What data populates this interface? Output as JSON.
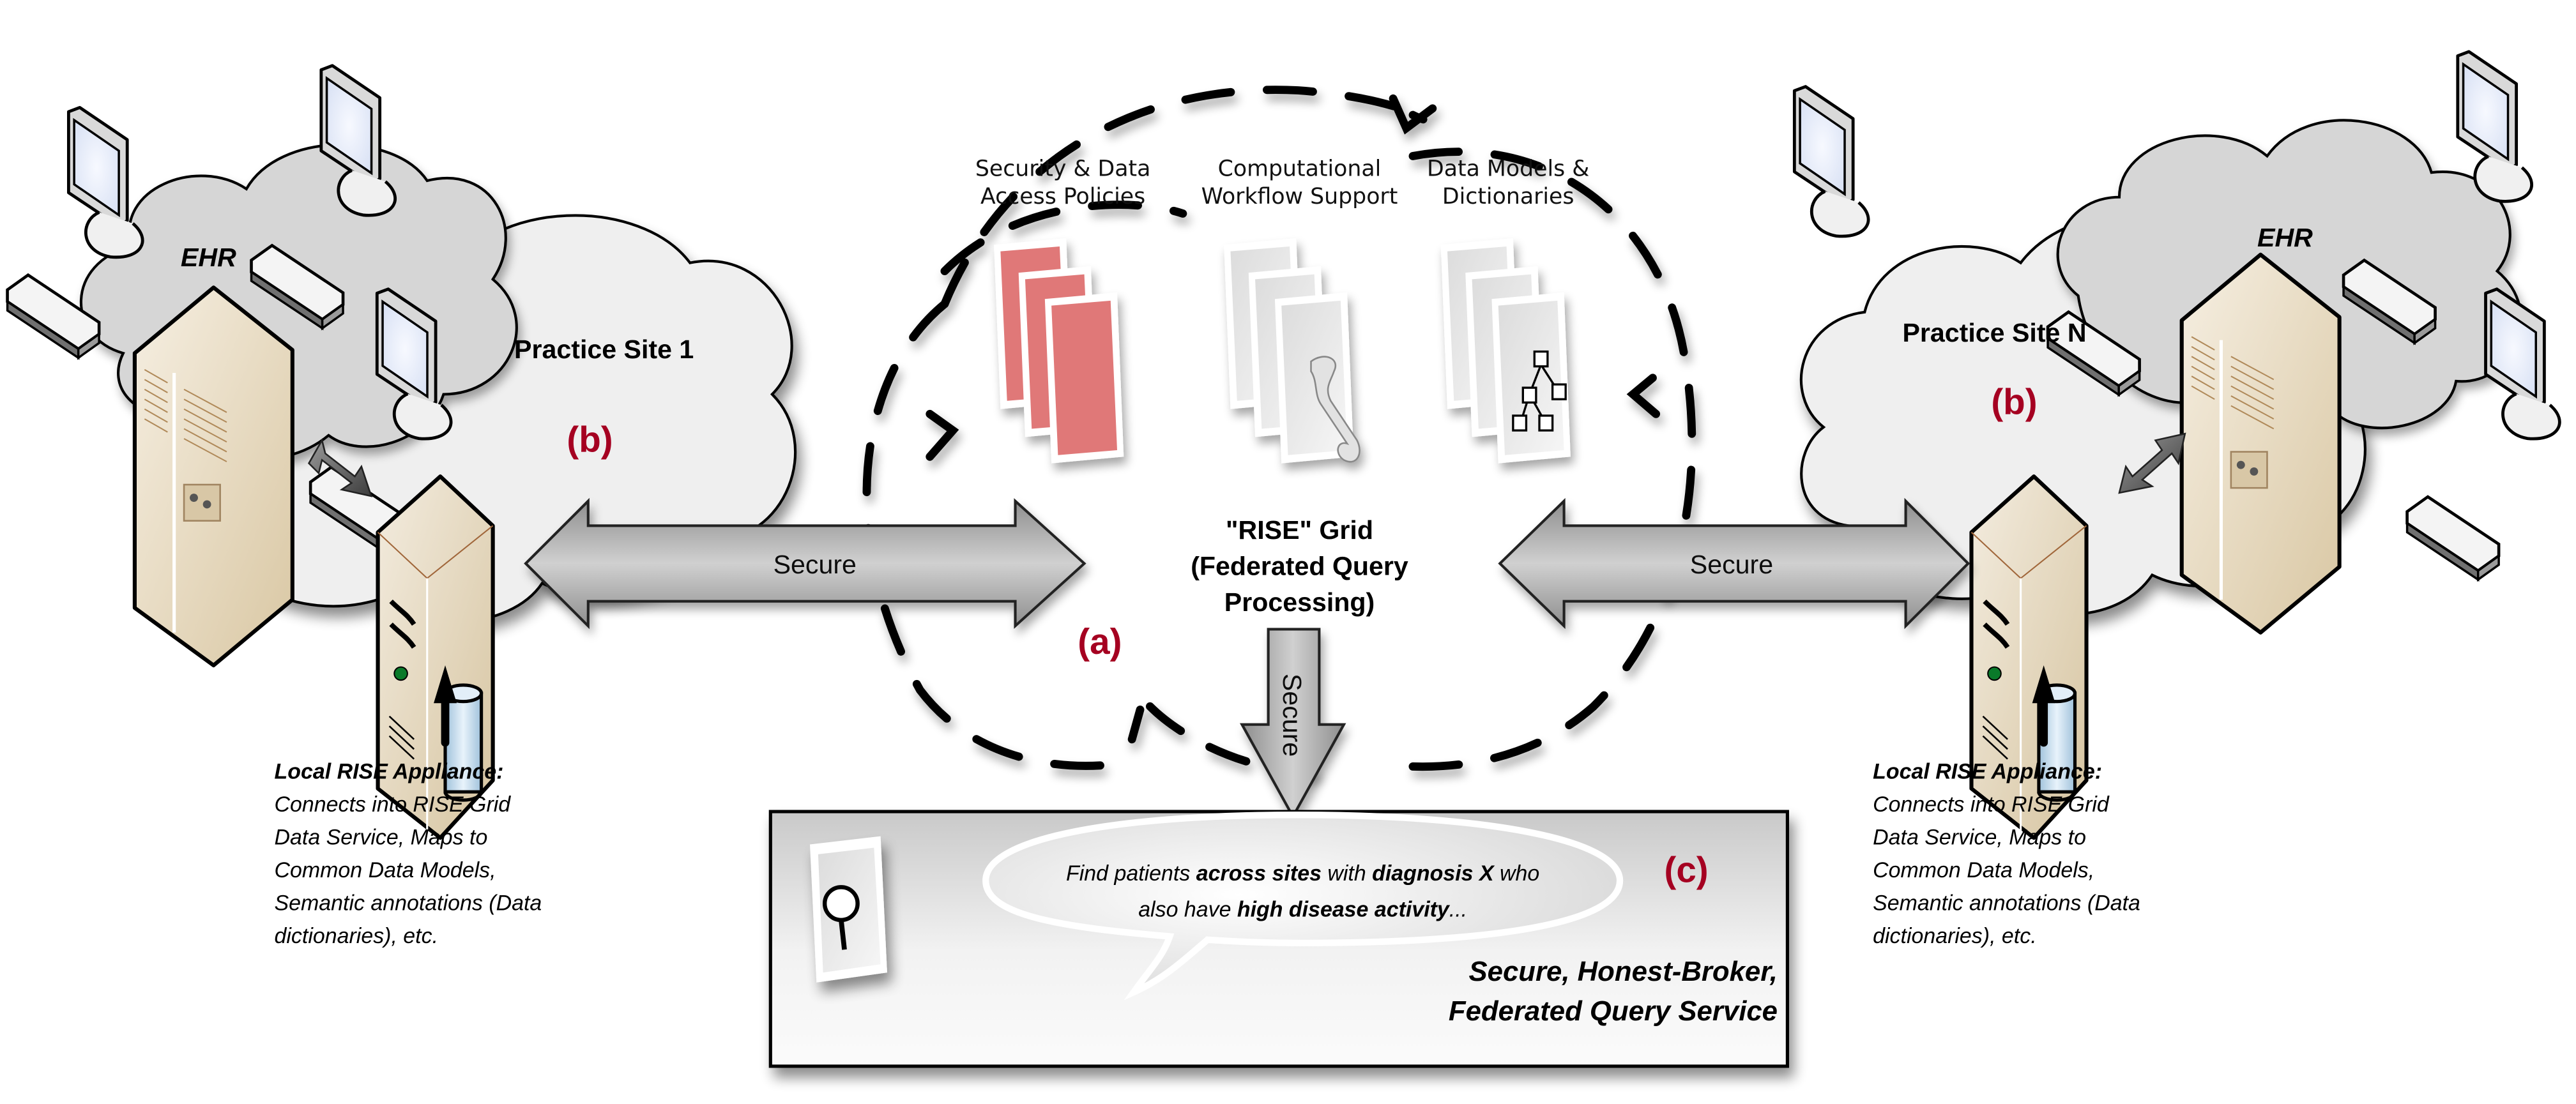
{
  "colors": {
    "label_red": "#a50021",
    "cloud_light": "#efefef",
    "cloud_dark": "#d6d6d6",
    "server_beige": "#e6d9be",
    "policy_red": "#e07878",
    "arrow_gray": "#b5b5b5"
  },
  "left_site": {
    "ehr_label": "EHR",
    "site_label": "Practice Site 1",
    "marker": "(b)",
    "appliance_title": "Local RISE Appliance:",
    "appliance_lines": [
      "Connects into RISE Grid",
      "Data Service, Maps to",
      "Common Data Models,",
      "Semantic annotations (Data",
      "dictionaries), etc."
    ]
  },
  "right_site": {
    "ehr_label": "EHR",
    "site_label": "Practice Site N",
    "marker": "(b)",
    "appliance_title": "Local RISE Appliance:",
    "appliance_lines": [
      "Connects into RISE Grid",
      "Data Service, Maps to",
      "Common Data Models,",
      "Semantic annotations (Data",
      "dictionaries), etc."
    ]
  },
  "grid": {
    "title_lines": [
      "\"RISE\" Grid",
      "(Federated Query",
      "Processing)"
    ],
    "marker": "(a)",
    "components": [
      {
        "lines": [
          "Security & Data",
          "Access Policies"
        ],
        "icon": "policy-documents-icon"
      },
      {
        "lines": [
          "Computational",
          "Workflow Support"
        ],
        "icon": "workflow-scroll-icon"
      },
      {
        "lines": [
          "Data Models &",
          "Dictionaries"
        ],
        "icon": "hierarchy-diagram-icon"
      }
    ]
  },
  "connections": {
    "left_label": "Secure",
    "right_label": "Secure",
    "down_label": "Secure"
  },
  "query_service": {
    "marker": "(c)",
    "query_parts_line1": [
      {
        "text": "Find patients ",
        "bold": false
      },
      {
        "text": "across sites",
        "bold": true
      },
      {
        "text": " with ",
        "bold": false
      },
      {
        "text": "diagnosis X",
        "bold": true
      },
      {
        "text": " who",
        "bold": false
      }
    ],
    "query_parts_line2": [
      {
        "text": "also have ",
        "bold": false
      },
      {
        "text": "high disease activity",
        "bold": true
      },
      {
        "text": "...",
        "bold": false
      }
    ],
    "title_lines": [
      "Secure, Honest-Broker,",
      "Federated Query Service"
    ],
    "icon": "magnifier-document-icon"
  }
}
